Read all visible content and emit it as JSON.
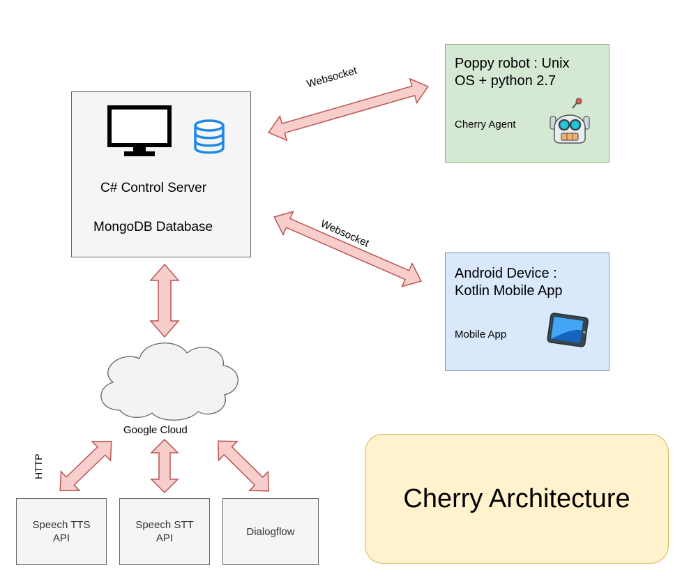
{
  "server": {
    "line1": "C# Control Server",
    "line2": "MongoDB Database"
  },
  "robot": {
    "title_line1": "Poppy robot : Unix",
    "title_line2": "OS + python 2.7",
    "subtitle": "Cherry Agent"
  },
  "android": {
    "title_line1": "Android Device :",
    "title_line2": "Kotlin Mobile App",
    "subtitle": "Mobile App"
  },
  "links": {
    "top": "Websocket",
    "middle": "Websocket",
    "http": "HTTP"
  },
  "cloud": {
    "label": "Google Cloud"
  },
  "services": {
    "tts_line1": "Speech TTS",
    "tts_line2": "API",
    "stt_line1": "Speech STT",
    "stt_line2": "API",
    "dialogflow": "Dialogflow"
  },
  "title": "Cherry Architecture",
  "colors": {
    "arrow_fill": "#f8cecc",
    "arrow_stroke": "#b85450",
    "icon_blue": "#1e88e5"
  },
  "icons": [
    "monitor-icon",
    "database-icon",
    "robot-icon",
    "tablet-icon",
    "cloud-icon"
  ]
}
